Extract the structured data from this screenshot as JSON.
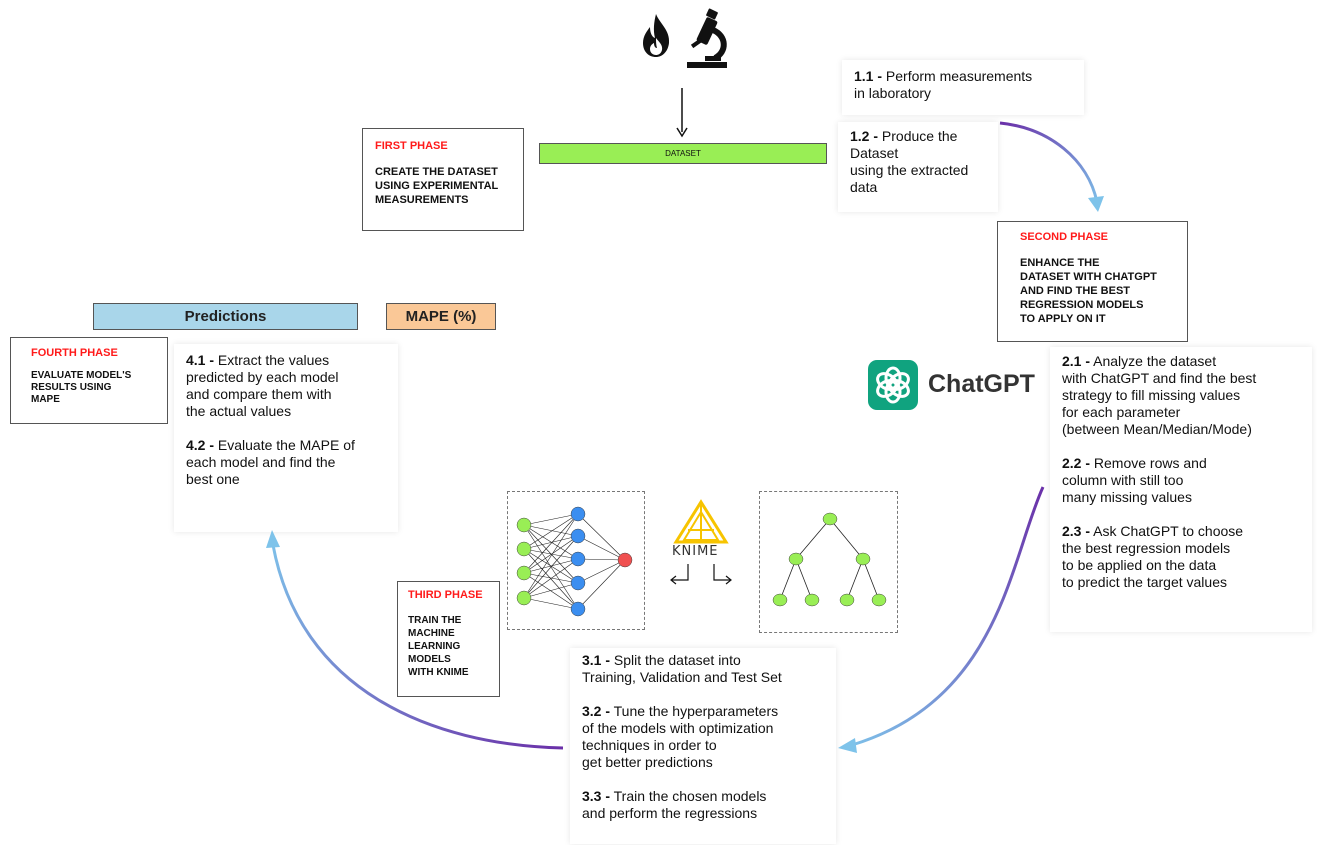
{
  "colors": {
    "phase_title": "#ff1a1a",
    "dataset_bar": "#99ee55",
    "predictions_bar": "#a9d6ea",
    "mape_bar": "#fac897",
    "chatgpt_logo": "#10a37f",
    "node_green": "#99ee55",
    "node_blue": "#3b8ef0",
    "node_red": "#f05050",
    "knime_yellow": "#f7c400",
    "arrow_purple": "#6a2fa8",
    "arrow_blue": "#7ec3ea"
  },
  "icons": {
    "top_left": "fire-icon",
    "top_right": "microscope-icon",
    "chatgpt": "chatgpt-logo-icon",
    "knime": "knime-logo-icon"
  },
  "dataset_label": "DATASET",
  "predictions_label": "Predictions",
  "mape_label": "MAPE (%)",
  "chatgpt_label": "ChatGPT",
  "knime_label": "KNIME",
  "phases": {
    "first": {
      "title": "FIRST PHASE",
      "desc": "CREATE THE DATASET\nUSING EXPERIMENTAL\nMEASUREMENTS"
    },
    "second": {
      "title": "SECOND PHASE",
      "desc": "ENHANCE THE\nDATASET WITH CHATGPT\nAND FIND THE BEST\nREGRESSION MODELS\nTO APPLY ON IT"
    },
    "third": {
      "title": "THIRD PHASE",
      "desc": "TRAIN THE\nMACHINE\nLEARNING\nMODELS\nWITH KNIME"
    },
    "fourth": {
      "title": "FOURTH PHASE",
      "desc": "EVALUATE MODEL'S\nRESULTS USING\nMAPE"
    }
  },
  "steps": {
    "s1_1": {
      "num": "1.1 -",
      "text": " Perform measurements\nin laboratory"
    },
    "s1_2": {
      "num": "1.2 -",
      "text": " Produce the\nDataset\nusing the extracted\ndata"
    },
    "s2_1": {
      "num": "2.1 -",
      "text": " Analyze the dataset\nwith ChatGPT and find the best\nstrategy to fill missing values\nfor each parameter\n(between Mean/Median/Mode)"
    },
    "s2_2": {
      "num": "2.2 -",
      "text": " Remove rows and\ncolumn with still too\nmany missing values"
    },
    "s2_3": {
      "num": "2.3 -",
      "text": " Ask ChatGPT to choose\nthe best regression models\nto be applied on the data\nto predict the target values"
    },
    "s3_1": {
      "num": "3.1 -",
      "text": " Split the dataset into\nTraining, Validation and Test Set"
    },
    "s3_2": {
      "num": "3.2 -",
      "text": " Tune the hyperparameters\nof the models with optimization\ntechniques in order to\nget better predictions"
    },
    "s3_3": {
      "num": "3.3 -",
      "text": " Train the chosen models\nand perform the regressions"
    },
    "s4_1": {
      "num": "4.1 -",
      "text": " Extract the values\npredicted by each model\nand compare them with\nthe actual values"
    },
    "s4_2": {
      "num": "4.2 -",
      "text": " Evaluate the MAPE of\neach model and find the\nbest one"
    }
  }
}
